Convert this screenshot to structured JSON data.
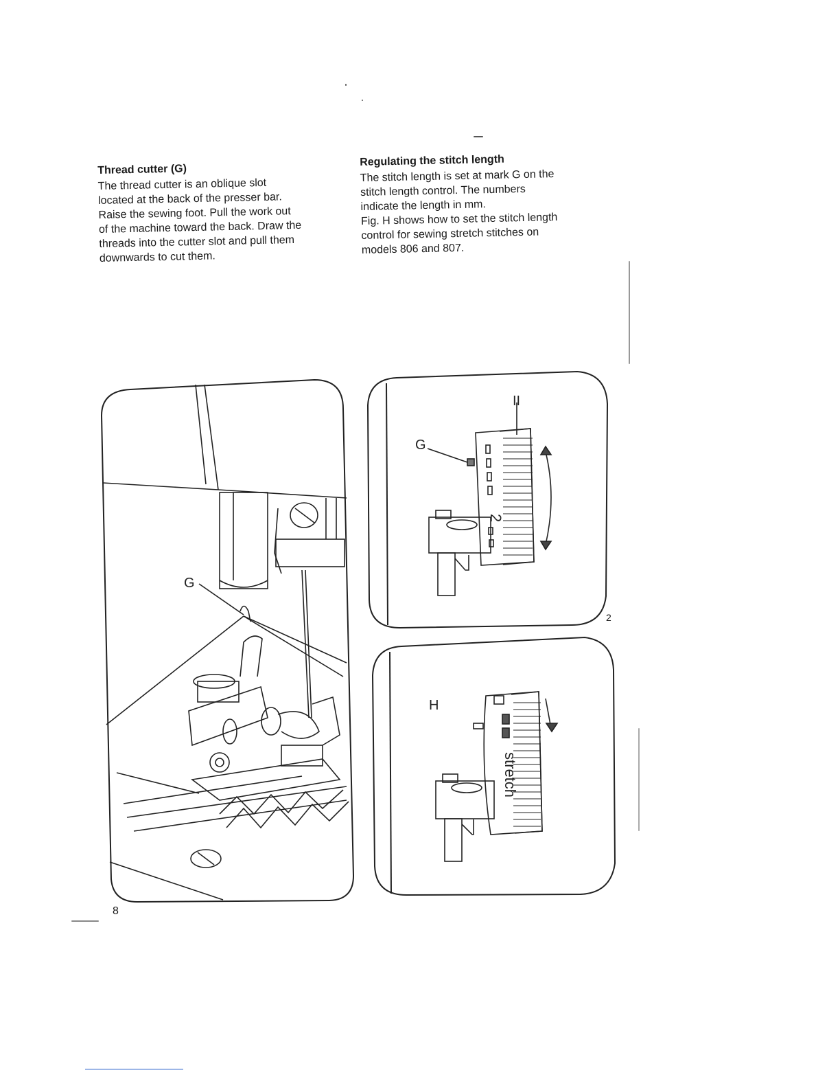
{
  "sections": {
    "thread_cutter": {
      "heading": "Thread cutter (G)",
      "lines": [
        "The thread cutter is an oblique slot",
        "located at the back of the presser bar.",
        "Raise the sewing foot. Pull the work out",
        "of the machine toward the back. Draw the",
        "threads into the cutter slot and pull them",
        "downwards to cut them."
      ]
    },
    "stitch_length": {
      "heading": "Regulating the stitch length",
      "lines": [
        "The stitch length is set at mark G on the",
        "stitch length control. The numbers",
        "indicate the length in mm.",
        "Fig. H shows how to set the stitch length",
        "control for sewing stretch stitches on",
        "models 806 and 807."
      ]
    }
  },
  "figures": {
    "presser_foot": {
      "label_g": "G"
    },
    "dial_g": {
      "label_g": "G",
      "label_top": "II",
      "dial_number": "2"
    },
    "dial_h": {
      "label_h": "H",
      "dial_text": "stretch"
    }
  },
  "figure_number": "2",
  "page_number": "8"
}
